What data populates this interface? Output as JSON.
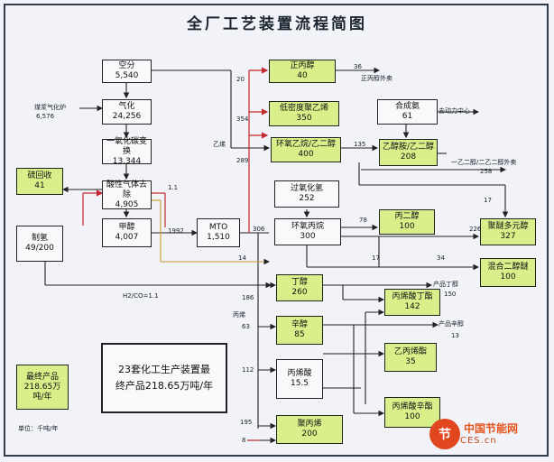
{
  "title": "全厂工艺装置流程简图",
  "boxes": {
    "air_sep": {
      "name": "空分",
      "value": "5,540"
    },
    "gasify": {
      "name": "气化",
      "value": "24,256"
    },
    "co_shift": {
      "name": "一氧化碳变换",
      "value": "13,344"
    },
    "sulfur": {
      "name": "硫回收",
      "value": "41"
    },
    "gas_purify": {
      "name": "酸性气体去除",
      "value": "4,905"
    },
    "hydrogen": {
      "name": "制氢",
      "value": "49/200"
    },
    "methanol": {
      "name": "甲醇",
      "value": "4,007"
    },
    "mto": {
      "name": "MTO",
      "value": "1,510"
    },
    "propylene": {
      "name": "正丙醇",
      "value": "40"
    },
    "ldpe": {
      "name": "低密度聚乙烯",
      "value": "350"
    },
    "eo_eg": {
      "name": "环氧乙烷/乙二醇",
      "value": "400"
    },
    "synthesis": {
      "name": "合成氨",
      "value": "61"
    },
    "ethanolamine": {
      "name": "乙醇胺/乙二醇",
      "value": "208"
    },
    "hydrogen_peroxide": {
      "name": "过氧化氢",
      "value": "252"
    },
    "po": {
      "name": "环氧丙烷",
      "value": "300"
    },
    "propylene_glycol": {
      "name": "丙二醇",
      "value": "100"
    },
    "polyether": {
      "name": "聚醚多元醇",
      "value": "327"
    },
    "mixed_glycol": {
      "name": "混合二醇醚",
      "value": "100"
    },
    "butanol": {
      "name": "丁醇",
      "value": "260"
    },
    "butyl_acrylate": {
      "name": "丙烯酸丁酯",
      "value": "142"
    },
    "octanol": {
      "name": "辛醇",
      "value": "85"
    },
    "acrylic_acid": {
      "name": "丙烯酸",
      "value": "15.5"
    },
    "ethyl_acrylate": {
      "name": "乙丙烯酯",
      "value": "35"
    },
    "octyl_acrylate": {
      "name": "丙烯酸辛酯",
      "value": "100"
    },
    "polypropylene": {
      "name": "聚丙烯",
      "value": "200"
    }
  },
  "labels": {
    "coal_gasifier": "煤浆气化炉",
    "coal_gasifier_value": "6,576",
    "to_propanol": "正丙醇外卖",
    "to_power": "去动力中心",
    "ethylene": "乙烯",
    "glycol_export": "一乙二醇/二乙二醇外卖",
    "butanol_prod": "产品丁醇",
    "octanol_prod": "产品辛醇",
    "propylene": "丙烯",
    "ratio": "H2/CO=1.1",
    "r11": "1.1",
    "n20": "20",
    "n36": "36",
    "n354": "354",
    "n289": "289",
    "n135": "135",
    "n258": "258",
    "n17": "17",
    "n226": "226",
    "n78": "78",
    "n34": "34",
    "n1992": "1992",
    "n14": "14",
    "n306": "306",
    "n150": "150",
    "n186": "186",
    "n63": "63",
    "n112": "112",
    "n195": "195",
    "n8": "8",
    "n13": "13"
  },
  "summary": {
    "line1": "23套化工生产装置最",
    "line2": "终产品218.65万吨/年"
  },
  "final": {
    "label": "最终产品",
    "value": "218.65万",
    "unit": "吨/年"
  },
  "units_note": "单位：千吨/年",
  "watermark": {
    "logo_char": "节",
    "text": "中国节能网",
    "sub": "CES.cn"
  }
}
